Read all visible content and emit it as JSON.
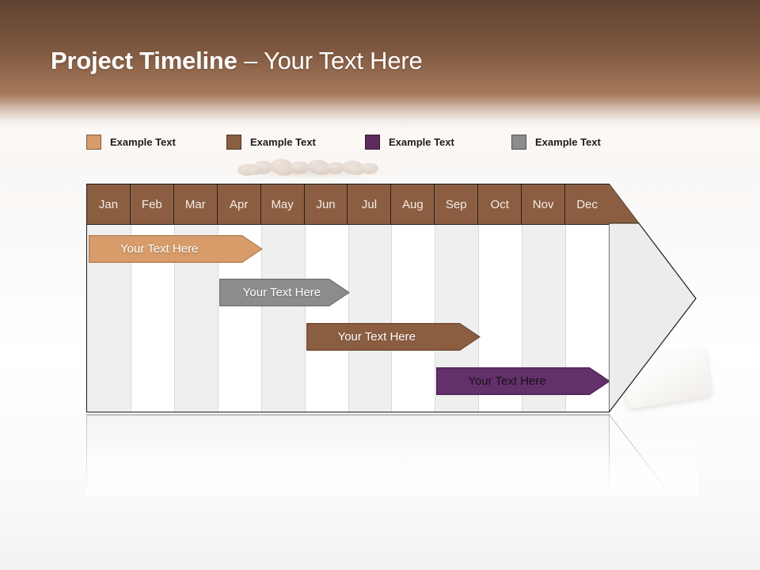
{
  "slide": {
    "title_strong": "Project Timeline",
    "title_separator": " – ",
    "title_light": "Your Text Here",
    "background_color": "#ffffff",
    "header_gradient_top": "#5f4230",
    "header_gradient_bottom": "#a87d5f"
  },
  "legend": {
    "items": [
      {
        "label": "Example Text",
        "color": "#d79c6a",
        "x": 0
      },
      {
        "label": "Example Text",
        "color": "#8b5e42",
        "x": 177
      },
      {
        "label": "Example Text",
        "color": "#5e2b5c",
        "x": 352
      },
      {
        "label": "Example Text",
        "color": "#8c8c8c",
        "x": 537
      }
    ]
  },
  "chart_data": {
    "type": "bar",
    "title": "Project Timeline – Your Text Here",
    "xlabel": "",
    "ylabel": "",
    "orientation": "horizontal",
    "categories": [
      "Jan",
      "Feb",
      "Mar",
      "Apr",
      "May",
      "Jun",
      "Jul",
      "Aug",
      "Sep",
      "Oct",
      "Nov",
      "Dec"
    ],
    "axis_header_color": "#8b5e42",
    "column_shade_color": "#efefef",
    "column_plain_color": "#ffffff",
    "grid": true,
    "legend_position": "top",
    "series": [
      {
        "name": "Example Text",
        "label": "Your  Text Here",
        "color": "#d79c6a",
        "border_color": "#b07a4b",
        "text_color": "#ffffff",
        "start_month": "Jan",
        "end_month": "Apr",
        "start_index": 0,
        "end_index": 4,
        "row": 0
      },
      {
        "name": "Example Text",
        "label": "Your  Text Here",
        "color": "#8c8c8c",
        "border_color": "#6f6f6f",
        "text_color": "#ffffff",
        "start_month": "Apr",
        "end_month": "Jun",
        "start_index": 3,
        "end_index": 6,
        "row": 1
      },
      {
        "name": "Example Text",
        "label": "Your  Text Here",
        "color": "#8b5e42",
        "border_color": "#6d472f",
        "text_color": "#ffffff",
        "start_month": "Jun",
        "end_month": "Sep",
        "start_index": 5,
        "end_index": 9,
        "row": 2
      },
      {
        "name": "Example Text",
        "label": "Your  Text Here",
        "color": "#63306b",
        "border_color": "#4a2250",
        "text_color": "#1a1118",
        "start_month": "Sep",
        "end_month": "Dec",
        "start_index": 8,
        "end_index": 12,
        "row": 3
      }
    ]
  }
}
